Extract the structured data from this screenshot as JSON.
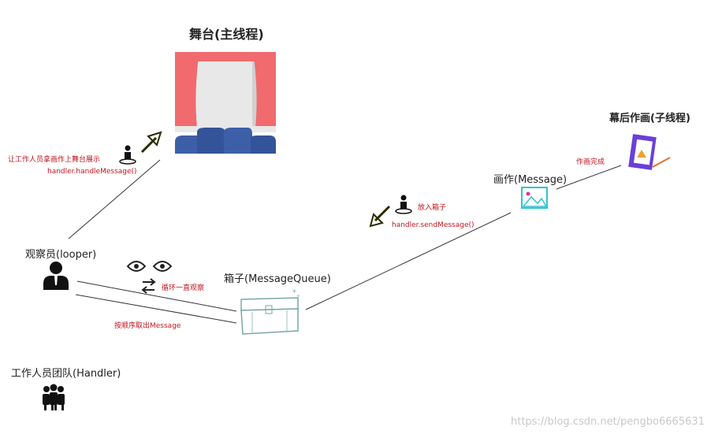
{
  "stage": {
    "title": "舞台(主线程)"
  },
  "backstage": {
    "title": "幕后作画(子线程)",
    "action": "作画完成"
  },
  "message": {
    "label": "画作(Message)"
  },
  "deliver": {
    "text": "让工作人员拿画作上舞台展示",
    "code": "handler.handleMessage()"
  },
  "send": {
    "text": "放入箱子",
    "code": "handler.sendMessage()"
  },
  "looper": {
    "label": "观察员(looper)",
    "watch_text": "循环一直观察",
    "take_text": "按顺序取出Message"
  },
  "queue": {
    "label": "箱子(MessageQueue)"
  },
  "handler": {
    "label": "工作人员团队(Handler)"
  },
  "watermark": "https://blog.csdn.net/pengbo6665631"
}
